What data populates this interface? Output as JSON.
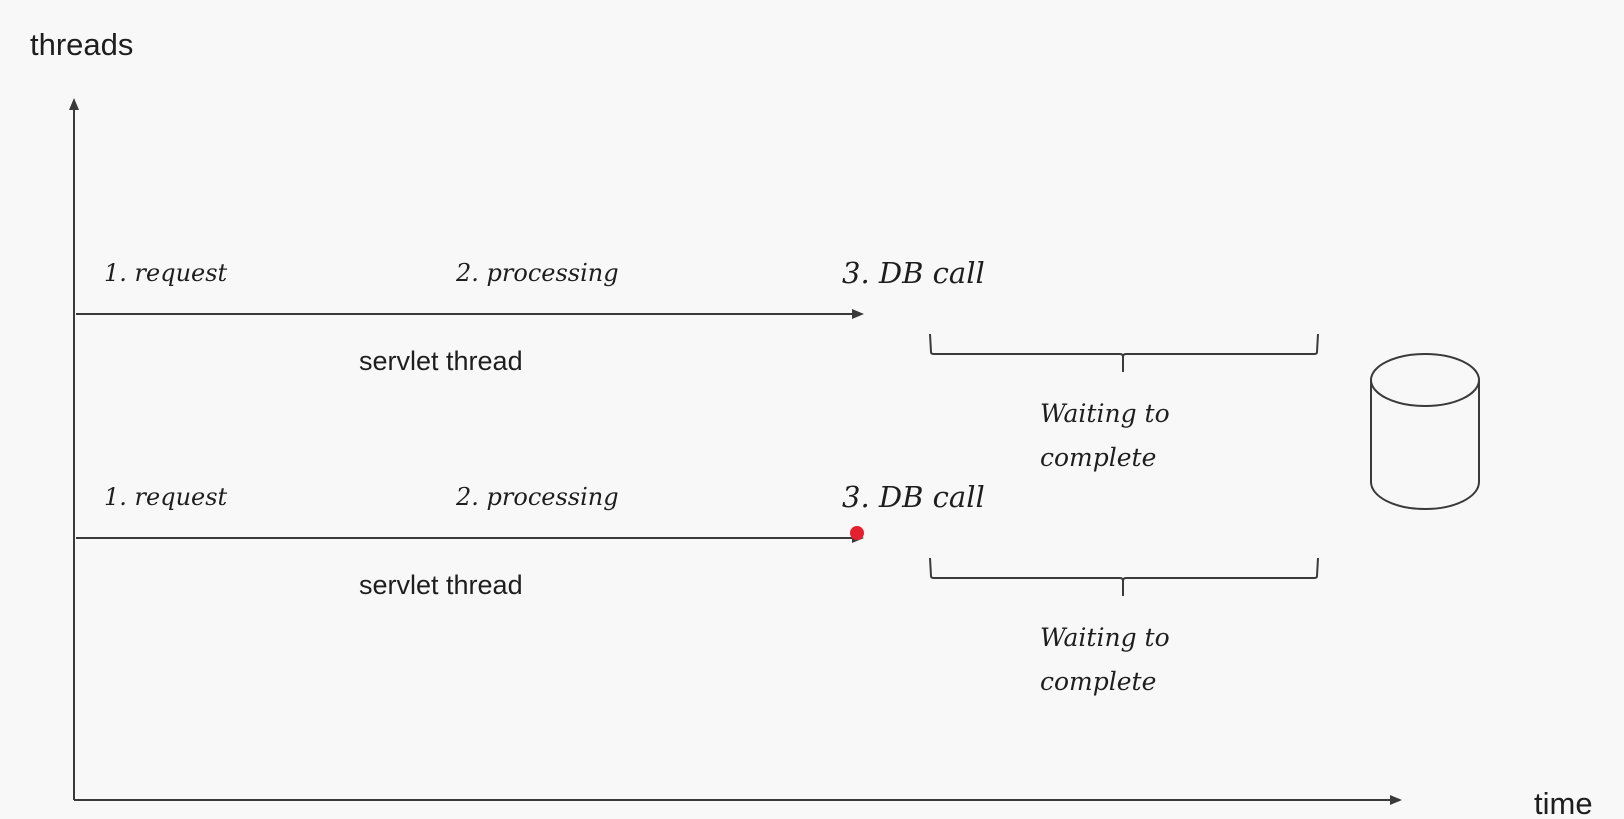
{
  "axes": {
    "y_label": "threads",
    "x_label": "time"
  },
  "threads": [
    {
      "steps": [
        "1. request",
        "2. processing",
        "3. DB call"
      ],
      "label": "servlet thread",
      "waiting": [
        "Waiting to",
        "complete"
      ]
    },
    {
      "steps": [
        "1. request",
        "2. processing",
        "3. DB call"
      ],
      "label": "servlet thread",
      "waiting": [
        "Waiting to",
        "complete"
      ]
    }
  ],
  "database_icon": "database-cylinder-icon",
  "colors": {
    "background": "#f8f8f8",
    "ink": "#1e1e1e",
    "pointer": "#e5202e"
  }
}
